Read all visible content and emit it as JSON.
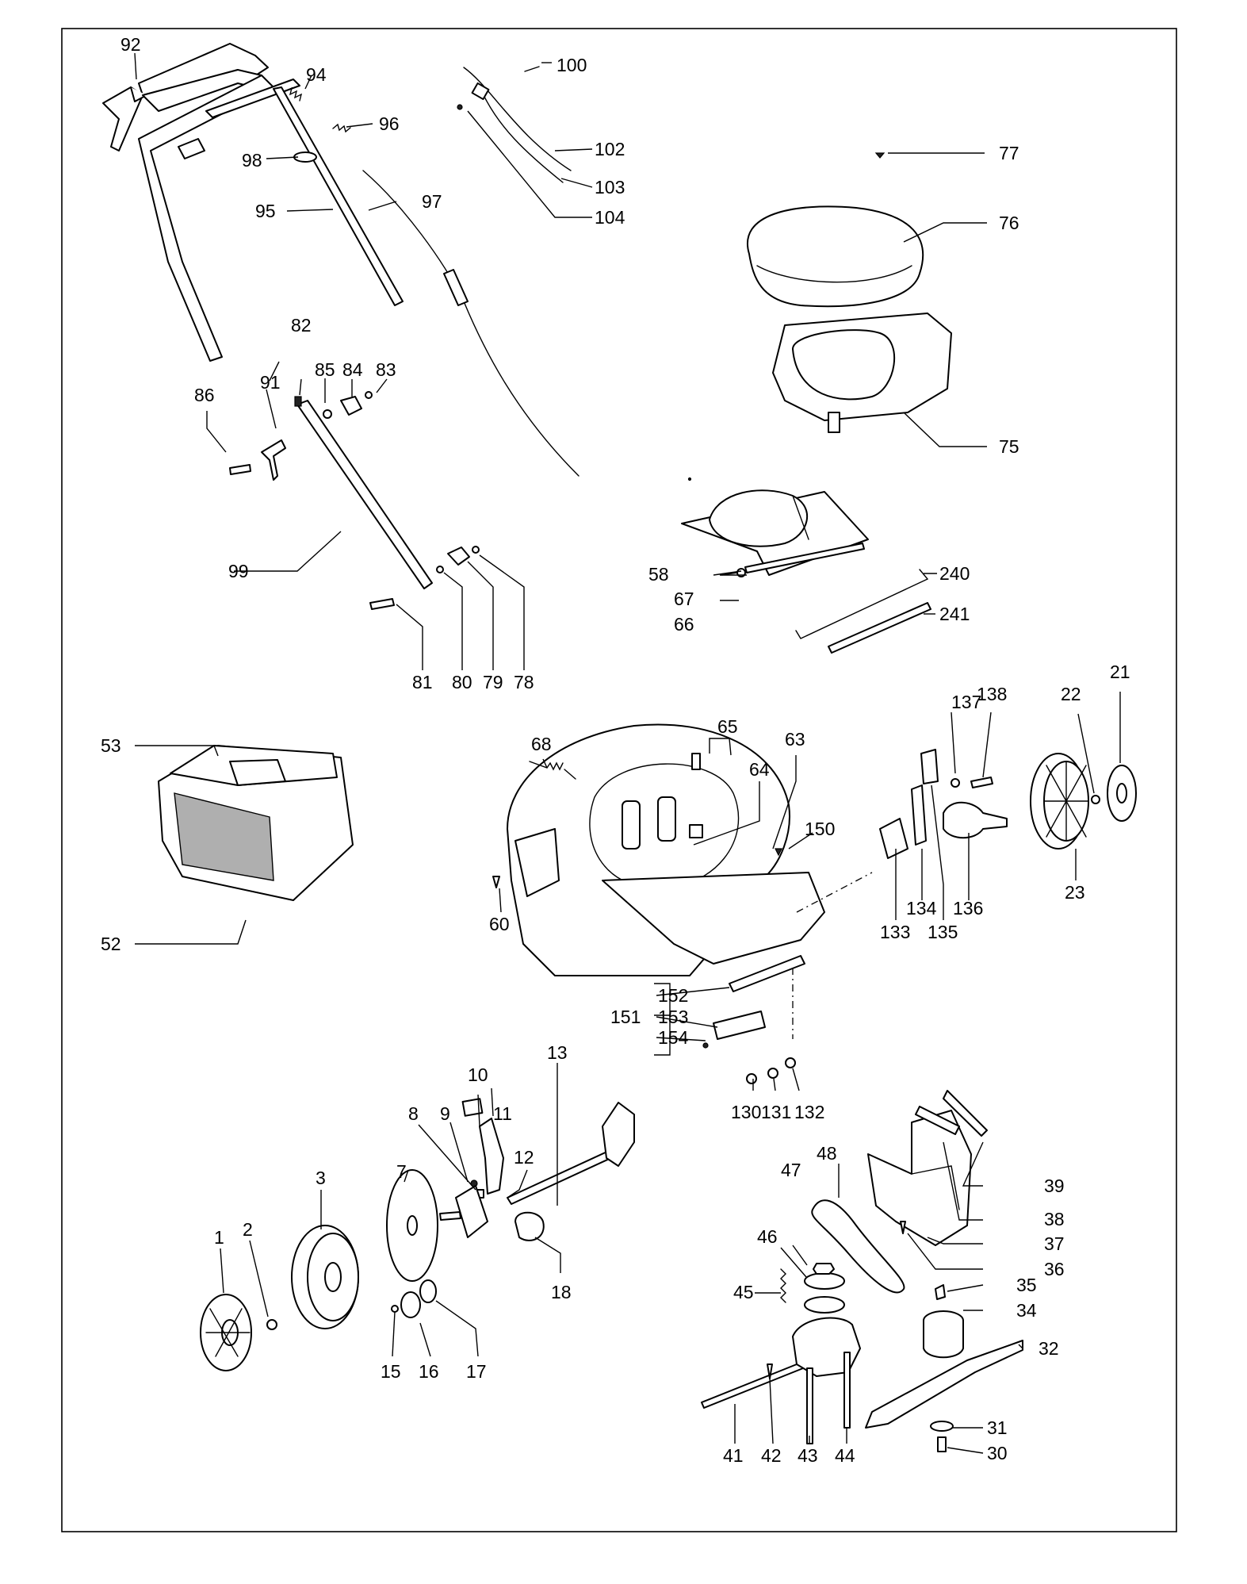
{
  "callouts": [
    "1",
    "2",
    "3",
    "7",
    "8",
    "9",
    "10",
    "11",
    "12",
    "13",
    "15",
    "16",
    "17",
    "18",
    "21",
    "22",
    "23",
    "30",
    "31",
    "32",
    "34",
    "35",
    "36",
    "37",
    "38",
    "39",
    "41",
    "42",
    "43",
    "44",
    "45",
    "46",
    "47",
    "48",
    "52",
    "53",
    "58",
    "60",
    "63",
    "64",
    "65",
    "66",
    "67",
    "68",
    "75",
    "76",
    "77",
    "78",
    "79",
    "80",
    "81",
    "82",
    "83",
    "84",
    "85",
    "86",
    "91",
    "92",
    "94",
    "95",
    "96",
    "97",
    "98",
    "99",
    "100",
    "102",
    "103",
    "104",
    "130",
    "131",
    "132",
    "133",
    "134",
    "135",
    "136",
    "137",
    "138",
    "150",
    "151",
    "152",
    "153",
    "154",
    "240",
    "241"
  ]
}
